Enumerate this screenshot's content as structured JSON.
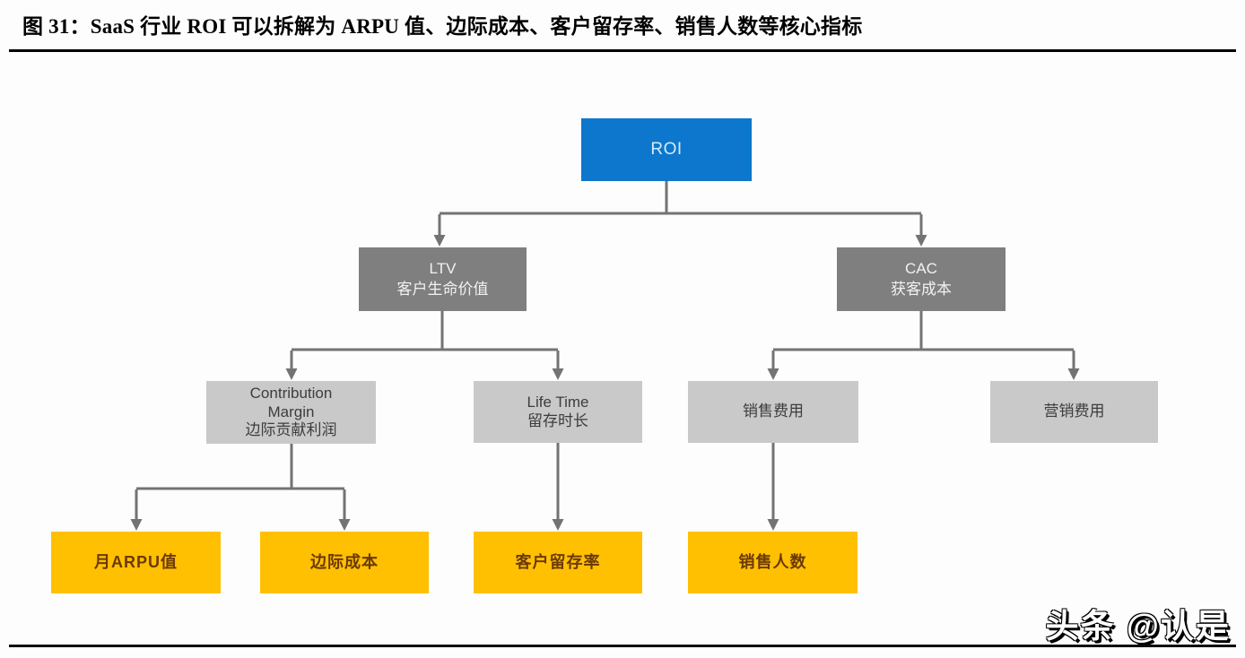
{
  "figure": {
    "title": "图 31：SaaS 行业 ROI 可以拆解为 ARPU 值、边际成本、客户留存率、销售人数等核心指标",
    "watermark": "头条 @认是"
  },
  "colors": {
    "root_fill": "#0c77cc",
    "root_text": "#d8eafb",
    "branch_fill": "#7f7f7f",
    "branch_text": "#f2f2f2",
    "sub_fill": "#c9c9c9",
    "sub_text": "#3d3d3d",
    "leaf_fill": "#ffc002",
    "leaf_text": "#6b3a05",
    "connector": "#737373"
  },
  "nodes": {
    "roi": {
      "lines": [
        "ROI"
      ]
    },
    "ltv": {
      "lines": [
        "LTV",
        "客户生命价值"
      ]
    },
    "cac": {
      "lines": [
        "CAC",
        "获客成本"
      ]
    },
    "contribution_margin": {
      "lines": [
        "Contribution",
        "Margin",
        "边际贡献利润"
      ]
    },
    "life_time": {
      "lines": [
        "Life Time",
        "留存时长"
      ]
    },
    "sales_expense": {
      "lines": [
        "销售费用"
      ]
    },
    "marketing_expense": {
      "lines": [
        "营销费用"
      ]
    },
    "monthly_arpu": {
      "lines": [
        "月ARPU值"
      ]
    },
    "marginal_cost": {
      "lines": [
        "边际成本"
      ]
    },
    "customer_retention": {
      "lines": [
        "客户留存率"
      ]
    },
    "sales_headcount": {
      "lines": [
        "销售人数"
      ]
    }
  },
  "hierarchy": [
    {
      "parent": "ROI",
      "children": [
        "LTV 客户生命价值",
        "CAC 获客成本"
      ]
    },
    {
      "parent": "LTV 客户生命价值",
      "children": [
        "Contribution Margin 边际贡献利润",
        "Life Time 留存时长"
      ]
    },
    {
      "parent": "CAC 获客成本",
      "children": [
        "销售费用",
        "营销费用"
      ]
    },
    {
      "parent": "Contribution Margin 边际贡献利润",
      "children": [
        "月ARPU值",
        "边际成本"
      ]
    },
    {
      "parent": "Life Time 留存时长",
      "children": [
        "客户留存率"
      ]
    },
    {
      "parent": "销售费用",
      "children": [
        "销售人数"
      ]
    }
  ]
}
